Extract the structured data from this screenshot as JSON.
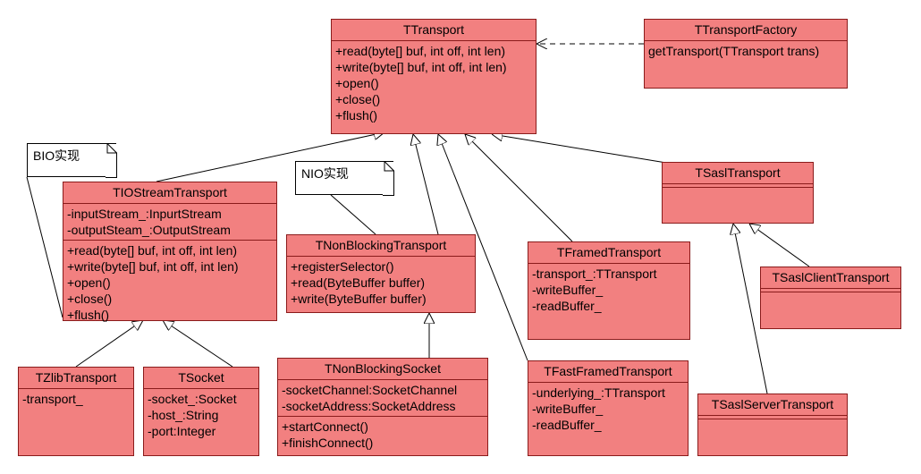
{
  "classes": {
    "ttransport": {
      "name": "TTransport",
      "methods": [
        "+read(byte[] buf, int off, int len)",
        "+write(byte[] buf, int off, int len)",
        "+open()",
        "+close()",
        "+flush()"
      ]
    },
    "ttransportfactory": {
      "name": "TTransportFactory",
      "methods": [
        "getTransport(TTransport trans)"
      ]
    },
    "tiostreamtransport": {
      "name": "TIOStreamTransport",
      "attributes": [
        "-inputStream_:InpurtStream",
        "-outputSteam_:OutputStream"
      ],
      "methods": [
        "+read(byte[] buf, int off, int len)",
        "+write(byte[] buf, int off, int len)",
        "+open()",
        "+close()",
        "+flush()"
      ]
    },
    "tnonblockingtransport": {
      "name": "TNonBlockingTransport",
      "methods": [
        "+registerSelector()",
        "+read(ByteBuffer buffer)",
        "+write(ByteBuffer buffer)"
      ]
    },
    "tframedtransport": {
      "name": "TFramedTransport",
      "attributes": [
        "-transport_:TTransport",
        "-writeBuffer_",
        "-readBuffer_"
      ]
    },
    "tsasltransport": {
      "name": "TSaslTransport"
    },
    "tsaslclienttransport": {
      "name": "TSaslClientTransport"
    },
    "tsaslservertransport": {
      "name": "TSaslServerTransport"
    },
    "tzlibtransport": {
      "name": "TZlibTransport",
      "attributes": [
        "-transport_"
      ]
    },
    "tsocket": {
      "name": "TSocket",
      "attributes": [
        "-socket_:Socket",
        "-host_:String",
        "-port:Integer"
      ]
    },
    "tnonblockingsocket": {
      "name": "TNonBlockingSocket",
      "attributes": [
        "-socketChannel:SocketChannel",
        "-socketAddress:SocketAddress"
      ],
      "methods": [
        "+startConnect()",
        "+finishConnect()"
      ]
    },
    "tfastframedtransport": {
      "name": "TFastFramedTransport",
      "attributes": [
        "-underlying_:TTransport",
        "-writeBuffer_",
        "-readBuffer_"
      ]
    }
  },
  "notes": {
    "bio": "BIO实现",
    "nio": "NIO实现"
  },
  "colors": {
    "class_fill": "#f28080",
    "class_border": "#8a1b1b",
    "line": "#000000",
    "note_fill": "#ffffff"
  }
}
